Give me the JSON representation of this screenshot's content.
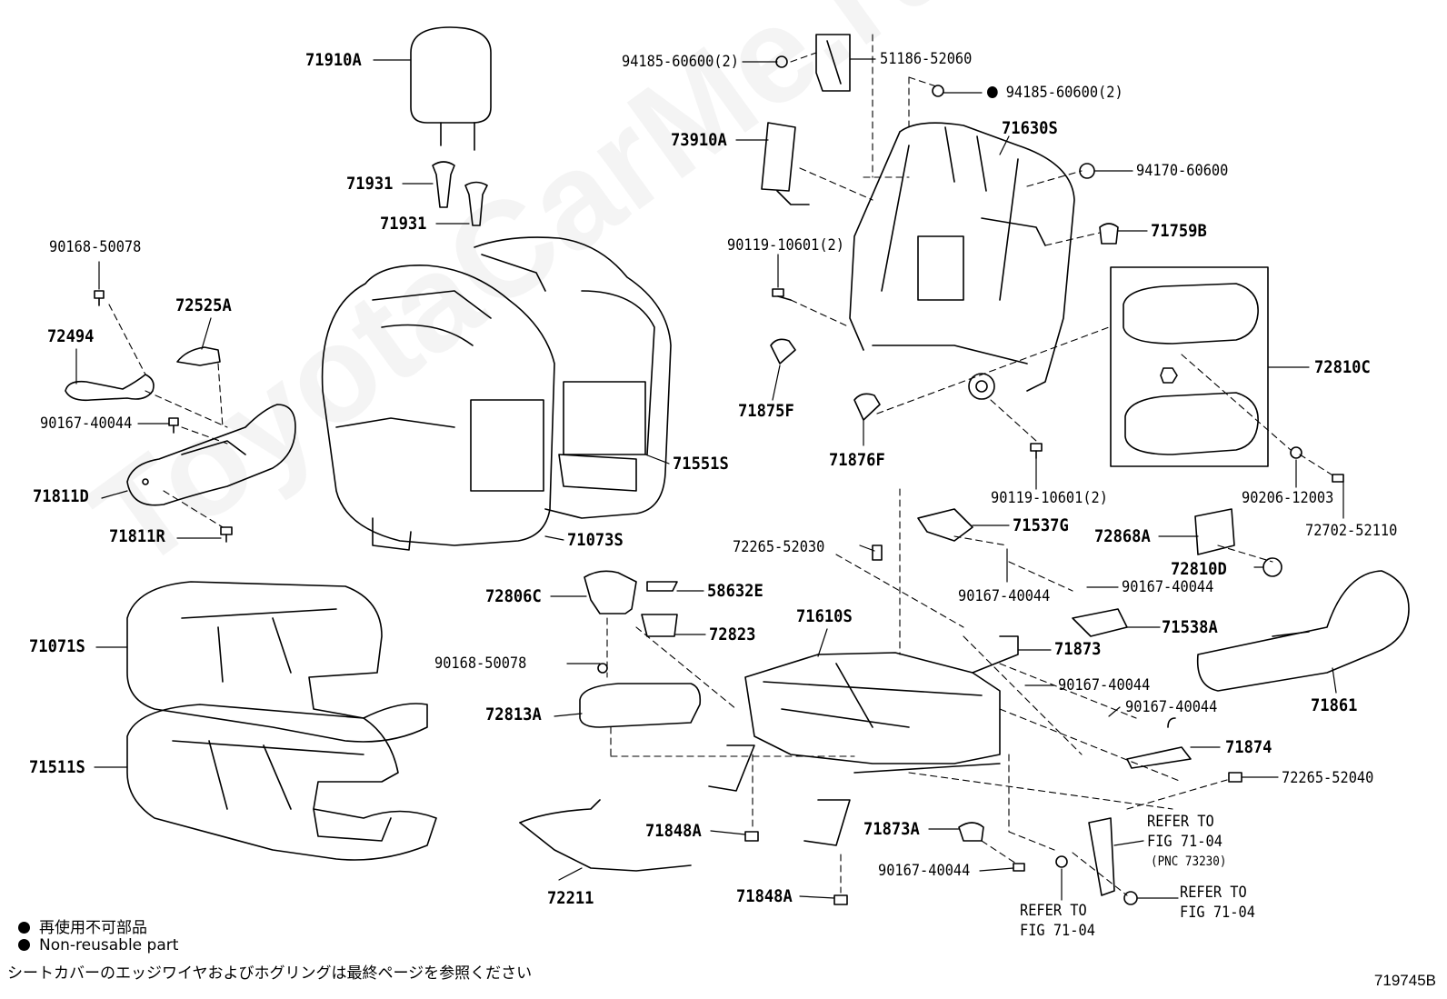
{
  "watermark": "ToyotaCarMe.ru",
  "labels": {
    "p71910A": "71910A",
    "p71931a": "71931",
    "p71931b": "71931",
    "p90168a": "90168-50078",
    "p72525A": "72525A",
    "p72494": "72494",
    "p90167a": "90167-40044",
    "p71811D": "71811D",
    "p71811R": "71811R",
    "p71551S": "71551S",
    "p71073S": "71073S",
    "p71071S": "71071S",
    "p71511S": "71511S",
    "p94185a": "94185-60600(2)",
    "p51186": "51186-52060",
    "p94185b": "94185-60600(2)",
    "p73910A": "73910A",
    "p71630S": "71630S",
    "p94170": "94170-60600",
    "p90119a": "90119-10601(2)",
    "p71759B": "71759B",
    "p72810C": "72810C",
    "p71875F": "71875F",
    "p71876F": "71876F",
    "p90119b": "90119-10601(2)",
    "p90206": "90206-12003",
    "p72702": "72702-52110",
    "p71537G": "71537G",
    "p72265a": "72265-52030",
    "p90167b": "90167-40044",
    "p72868A": "72868A",
    "p72810D": "72810D",
    "p72806C": "72806C",
    "p58632E": "58632E",
    "p72823": "72823",
    "p71610S": "71610S",
    "p90167c": "90167-40044",
    "p71538A": "71538A",
    "p90168b": "90168-50078",
    "p71873": "71873",
    "p72813A": "72813A",
    "p90167d": "90167-40044",
    "p71861": "71861",
    "p90167e": "90167-40044",
    "p71874": "71874",
    "p72265b": "72265-52040",
    "p71848Aa": "71848A",
    "p71873A": "71873A",
    "p90167f": "90167-40044",
    "p72211": "72211",
    "p71848Ab": "71848A",
    "ref1a": "REFER TO",
    "ref1b": "FIG 71-04",
    "ref1c": "(PNC 73230)",
    "ref2a": "REFER TO",
    "ref2b": "FIG 71-04",
    "ref3a": "REFER TO",
    "ref3b": "FIG 71-04"
  },
  "legend": {
    "line1": "再使用不可部品",
    "line2": "Non-reusable part",
    "note": "シートカバーのエッジワイヤおよびホグリングは最終ページを参照ください"
  },
  "figure_number": "719745B"
}
